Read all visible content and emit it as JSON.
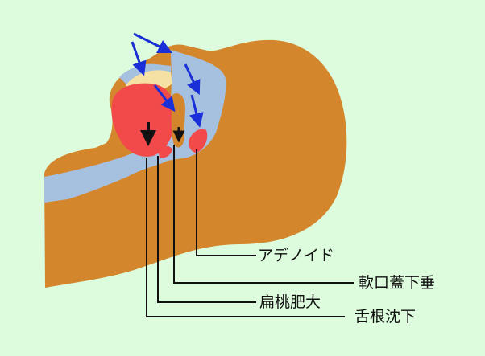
{
  "colors": {
    "background": "#ddfcdd",
    "tissue": "#d4862d",
    "airway": "#a6c0df",
    "tongue": "#f24a4a",
    "tonsil_fat": "#f5e1a3",
    "airflow_arrow": "#1a2fd8",
    "collapse_arrow": "#111111",
    "leader_line": "#111111"
  },
  "labels": {
    "adenoid": "アデノイド",
    "soft_palate_sag": "軟口蓋下垂",
    "tonsil_hypertrophy": "扁桃肥大",
    "tongue_base_drop": "舌根沈下"
  },
  "icons": {
    "airflow": "arrow-icon",
    "collapse": "down-arrow-icon"
  }
}
